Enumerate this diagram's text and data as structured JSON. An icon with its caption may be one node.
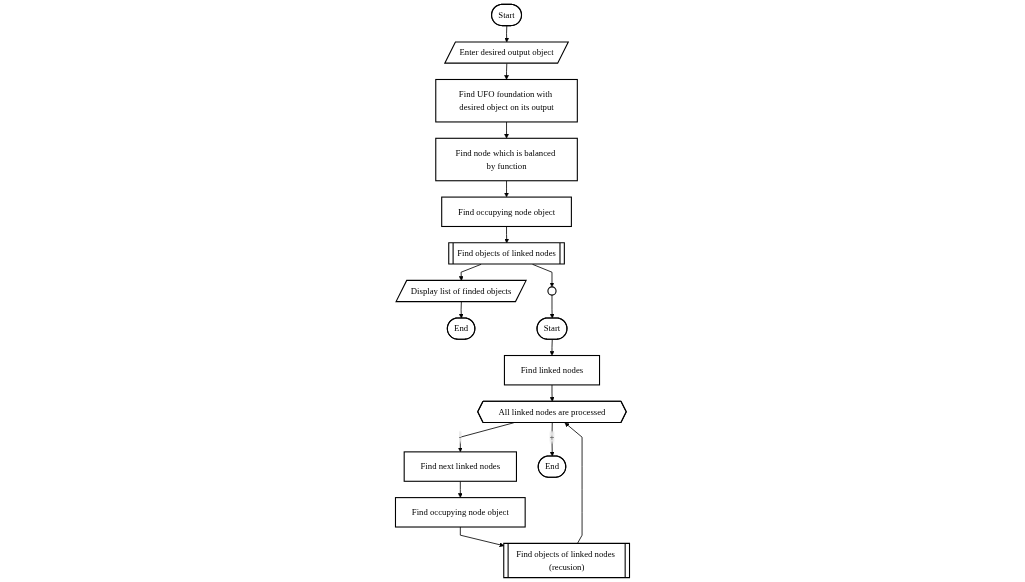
{
  "diagram": {
    "nodes": [
      {
        "text": [
          "Start"
        ]
      },
      {
        "text": [
          "Enter desired output object"
        ]
      },
      {
        "text": [
          "Find UFO foundation with desired object on its output"
        ]
      },
      {
        "text": [
          "Find node which is balanced by function"
        ]
      },
      {
        "text": [
          "Find occupying node object"
        ]
      },
      {
        "text": [
          "Find objects of linked nodes"
        ]
      },
      {
        "text": [
          "Display list of finded objects"
        ]
      },
      {
        "text": [
          "End"
        ]
      },
      {
        "text": [],
        "shape": "circle"
      },
      {
        "text": [
          "Start"
        ]
      },
      {
        "text": [
          "Find linked nodes"
        ]
      },
      {
        "text": [
          "All linked nodes are processed"
        ]
      },
      {
        "text": [
          "Find next linked nodes"
        ]
      },
      {
        "text": [
          "Find occupying node object"
        ]
      },
      {
        "text": [
          "Find objects of linked nodes (recusion)"
        ]
      },
      {
        "text": [
          "End"
        ]
      }
    ],
    "edges": [
      {
        "from": 0,
        "to": 1,
        "arrow": "to"
      },
      {
        "from": 1,
        "to": 2,
        "arrow": "to"
      },
      {
        "from": 2,
        "to": 3,
        "arrow": "to"
      },
      {
        "from": 3,
        "to": 4,
        "arrow": "to"
      },
      {
        "from": 4,
        "to": 5,
        "arrow": "to"
      },
      {
        "from": 5,
        "to": 6,
        "arrow": "to"
      },
      {
        "from": 6,
        "to": 7,
        "arrow": "to"
      },
      {
        "from": 5,
        "to": 8,
        "arrow": "to"
      },
      {
        "from": 8,
        "to": 9,
        "arrow": "to"
      },
      {
        "from": 9,
        "to": 10,
        "arrow": "to"
      },
      {
        "from": 10,
        "to": 11,
        "arrow": "to"
      },
      {
        "from": 11,
        "to": 12,
        "label": "-",
        "arrow": "to"
      },
      {
        "from": 12,
        "to": 13,
        "arrow": "to"
      },
      {
        "from": 13,
        "to": 14,
        "arrow": "to"
      },
      {
        "from": 14,
        "to": 11,
        "arrow": "to"
      },
      {
        "from": 11,
        "to": 15,
        "label": "+",
        "arrow": "to"
      }
    ]
  }
}
